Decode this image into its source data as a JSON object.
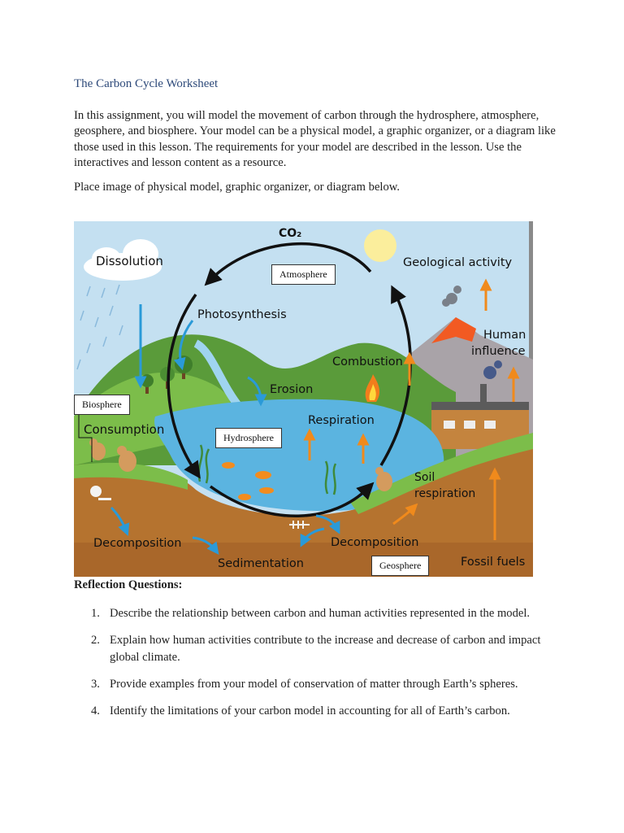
{
  "title": "The Carbon Cycle Worksheet",
  "intro": "In this assignment, you will model the movement of carbon through the hydrosphere, atmosphere, geosphere, and biosphere. Your model can be a physical model, a graphic organizer, or a diagram like those used in this lesson. The requirements for your model are described in the lesson. Use the interactives and lesson content as a resource.",
  "placement_note": "Place image of physical model, graphic organizer, or diagram below.",
  "diagram": {
    "co2_label": "CO₂",
    "processes": {
      "dissolution": "Dissolution",
      "geological_activity": "Geological activity",
      "photosynthesis": "Photosynthesis",
      "human_influence_line1": "Human",
      "human_influence_line2": "influence",
      "combustion": "Combustion",
      "erosion": "Erosion",
      "respiration": "Respiration",
      "consumption": "Consumption",
      "soil_respiration_line1": "Soil",
      "soil_respiration_line2": "respiration",
      "decomposition_left": "Decomposition",
      "decomposition_right": "Decomposition",
      "sedimentation": "Sedimentation",
      "fossil_fuels": "Fossil fuels"
    },
    "sphere_boxes": {
      "atmosphere": "Atmosphere",
      "biosphere": "Biosphere",
      "hydrosphere": "Hydrosphere",
      "geosphere": "Geosphere"
    },
    "colors": {
      "sky": "#b9d9ee",
      "water": "#5bb4e0",
      "hill": "#5a9b3a",
      "soil": "#b5732f",
      "arrow_blue": "#2a9ad8",
      "arrow_orange": "#f08a1c"
    }
  },
  "reflection": {
    "heading": "Reflection Questions:",
    "questions": [
      {
        "num": "1.",
        "text": "Describe the relationship between carbon and human activities represented in the model."
      },
      {
        "num": "2.",
        "text": "Explain how human activities contribute to the increase and decrease of carbon and impact global climate."
      },
      {
        "num": "3.",
        "text": "Provide examples from your model of conservation of matter through Earth’s spheres."
      },
      {
        "num": "4.",
        "text": "Identify the limitations of your carbon model in accounting for all of Earth’s carbon."
      }
    ]
  }
}
